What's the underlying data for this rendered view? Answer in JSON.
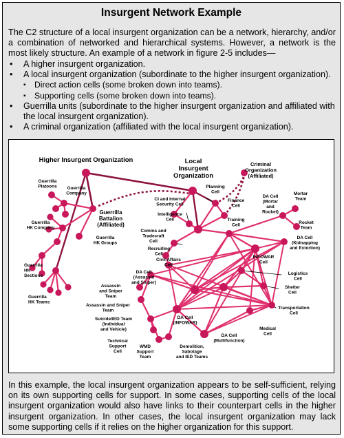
{
  "title": "Insurgent Network Example",
  "intro": "The C2 structure of a local insurgent organization can be a network, hierarchy, and/or a combination of networked and hierarchical systems. However, a network is the most likely structure. An example of a network in figure 2-5 includes—",
  "bullets": [
    "A higher insurgent organization.",
    "A local insurgent organization (subordinate to the higher insurgent organization).",
    "Direct action cells (some broken down into teams).",
    "Supporting cells (some broken down into teams).",
    "Guerrilla units (subordinate to the higher insurgent organization and affiliated with the local insurgent organization).",
    "A criminal organization (affiliated with the local insurgent organization)."
  ],
  "outro": "In this example, the local insurgent organization appears to be self-sufficient, relying on its own supporting cells for support. In some cases, supporting cells of the local insurgent organization would also have links to their counterpart cells in the higher insurgent organization. In other cases, the local insurgent organization may lack some supporting cells if it relies on the higher organization for this support.",
  "colors": {
    "node": "#c8175a",
    "link": "#e0306e",
    "dark_link": "#8e1240",
    "panel": "#e6e6e6"
  },
  "figure": {
    "higher_org": "Higher Insurgent Organization",
    "local_org": [
      "Local",
      "Insurgent",
      "Organization"
    ],
    "criminal_org": [
      "Criminal",
      "Organization",
      "(Affiliated)"
    ],
    "guerrilla_battalion": [
      "Guerrilla",
      "Battalion",
      "(Affiliated)"
    ],
    "labels": {
      "guerrilla_platoons": [
        "Guerrilla",
        "Platoons"
      ],
      "guerrilla_company": [
        "Guerrilla",
        "Company"
      ],
      "guerrilla_hk_company": [
        "Guerrilla",
        "HK Company"
      ],
      "guerrilla_hk_groups": [
        "Guerrilla",
        "HK Groups"
      ],
      "guerrilla_hk_sections": [
        "Guerrilla",
        "HK",
        "Sections"
      ],
      "guerrilla_hk_teams": [
        "Guerrilla",
        "HK Teams"
      ],
      "planning_cell": [
        "Planning",
        "Cell"
      ],
      "finance_cell": [
        "Finance",
        "Cell"
      ],
      "ci_internal_security": [
        "CI and Internal",
        "Security Cell"
      ],
      "intelligence_cell": [
        "Intelligence",
        "Cell"
      ],
      "training_cell": [
        "Training",
        "Cell"
      ],
      "comms_tradecraft": [
        "Comms and",
        "Tradecraft",
        "Cell"
      ],
      "recruiting_cell": [
        "Recruiting",
        "Cell"
      ],
      "civil_affairs": [
        "Civil Affairs",
        "Cell"
      ],
      "da_assassin_sniper": [
        "DA Cell",
        "(Assassin",
        "and Sniper)"
      ],
      "assassin_sniper_team_1": [
        "Assassin",
        "and Sniper",
        "Team"
      ],
      "assassin_sniper_team_2": [
        "Assassin and Sniper",
        "Team"
      ],
      "suicide_ied_team": [
        "Suicide/IED Team",
        "(Individual",
        "and Vehicle)"
      ],
      "technical_support": [
        "Technical",
        "Support",
        "Cell"
      ],
      "wmd_support": [
        "WMD",
        "Support",
        "Team"
      ],
      "demolition": [
        "Demolition,",
        "Sabotage",
        "and IED Teams"
      ],
      "da_infowar": [
        "DA Cell",
        "(INFOWAR)"
      ],
      "da_multifunction": [
        "DA Cell",
        "(Multifunction)"
      ],
      "da_mortar_rocket": [
        "DA Cell",
        "(Mortar",
        "and",
        "Rocket)"
      ],
      "mortar_team": [
        "Mortar",
        "Team"
      ],
      "rocket_team": [
        "Rocket",
        "Team"
      ],
      "da_kidnapping": [
        "DA Cell",
        "(Kidnapping",
        "and Extortion)"
      ],
      "infowar_cell": [
        "INFOWAR",
        "Cell"
      ],
      "logistics_cell": [
        "Logistics",
        "Cell"
      ],
      "shelter_cell": [
        "Shelter",
        "Cell"
      ],
      "transportation_cell": [
        "Transportation",
        "Cell"
      ],
      "medical_cell": [
        "Medical",
        "Cell"
      ]
    }
  }
}
